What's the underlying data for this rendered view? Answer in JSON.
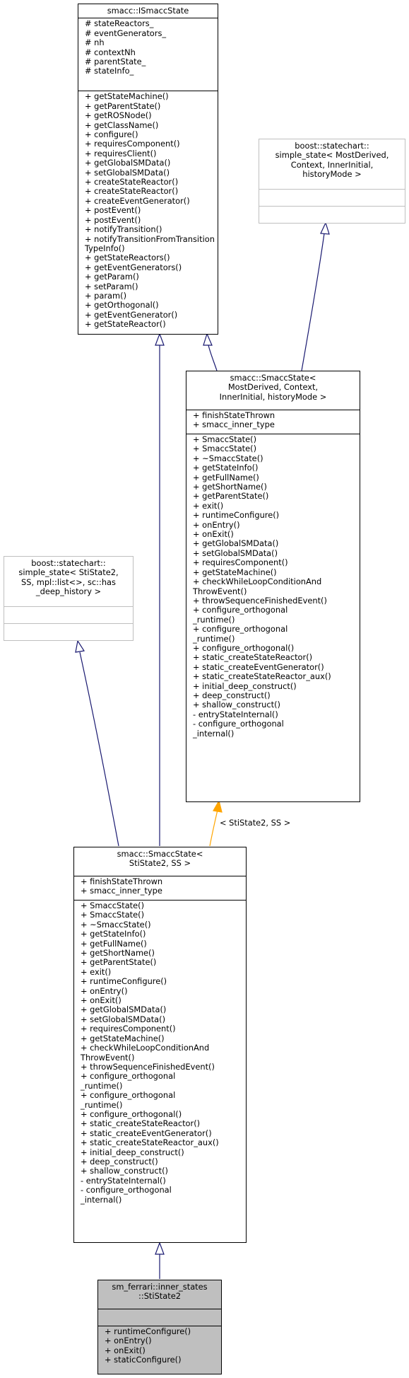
{
  "colors": {
    "inherit_edge": "#191970",
    "template_edge": "#ffa500",
    "external_border": "#bfbfbf",
    "selected_fill": "#bfbfbf"
  },
  "nodes": {
    "ismacc": {
      "title": [
        "smacc::ISmaccState"
      ],
      "attributes": [
        "# stateReactors_",
        "# eventGenerators_",
        "# nh",
        "# contextNh",
        "# parentState_",
        "# stateInfo_"
      ],
      "methods": [
        "+ getStateMachine()",
        "+ getParentState()",
        "+ getROSNode()",
        "+ getClassName()",
        "+ configure()",
        "+ requiresComponent()",
        "+ requiresClient()",
        "+ getGlobalSMData()",
        "+ setGlobalSMData()",
        "+ createStateReactor()",
        "+ createStateReactor()",
        "+ createEventGenerator()",
        "+ postEvent()",
        "+ postEvent()",
        "+ notifyTransition()",
        "+ notifyTransitionFromTransition",
        "TypeInfo()",
        "+ getStateReactors()",
        "+ getEventGenerators()",
        "+ getParam()",
        "+ setParam()",
        "+ param()",
        "+ getOrthogonal()",
        "+ getEventGenerator()",
        "+ getStateReactor()"
      ]
    },
    "boost1": {
      "title": [
        "boost::statechart::",
        "simple_state< MostDerived,",
        "Context, InnerInitial,",
        "historyMode >"
      ]
    },
    "smaccT": {
      "title": [
        "smacc::SmaccState<",
        "MostDerived, Context,",
        "InnerInitial, historyMode >"
      ],
      "attributes": [
        "+ finishStateThrown",
        "+ smacc_inner_type"
      ],
      "methods": [
        "+ SmaccState()",
        "+ SmaccState()",
        "+ ~SmaccState()",
        "+ getStateInfo()",
        "+ getFullName()",
        "+ getShortName()",
        "+ getParentState()",
        "+ exit()",
        "+ runtimeConfigure()",
        "+ onEntry()",
        "+ onExit()",
        "+ getGlobalSMData()",
        "+ setGlobalSMData()",
        "+ requiresComponent()",
        "+ getStateMachine()",
        "+ checkWhileLoopConditionAnd",
        "ThrowEvent()",
        "+ throwSequenceFinishedEvent()",
        "+ configure_orthogonal",
        "_runtime()",
        "+ configure_orthogonal",
        "_runtime()",
        "+ configure_orthogonal()",
        "+ static_createStateReactor()",
        "+ static_createEventGenerator()",
        "+ static_createStateReactor_aux()",
        "+ initial_deep_construct()",
        "+ deep_construct()",
        "+ shallow_construct()",
        "- entryStateInternal()",
        "- configure_orthogonal",
        "_internal()"
      ]
    },
    "boost2": {
      "title": [
        "boost::statechart::",
        "simple_state< StiState2,",
        "SS, mpl::list<>, sc::has",
        "_deep_history >"
      ]
    },
    "smacc2": {
      "title": [
        "smacc::SmaccState<",
        "StiState2, SS >"
      ],
      "attributes": [
        "+ finishStateThrown",
        "+ smacc_inner_type"
      ],
      "methods": [
        "+ SmaccState()",
        "+ SmaccState()",
        "+ ~SmaccState()",
        "+ getStateInfo()",
        "+ getFullName()",
        "+ getShortName()",
        "+ getParentState()",
        "+ exit()",
        "+ runtimeConfigure()",
        "+ onEntry()",
        "+ onExit()",
        "+ getGlobalSMData()",
        "+ setGlobalSMData()",
        "+ requiresComponent()",
        "+ getStateMachine()",
        "+ checkWhileLoopConditionAnd",
        "ThrowEvent()",
        "+ throwSequenceFinishedEvent()",
        "+ configure_orthogonal",
        "_runtime()",
        "+ configure_orthogonal",
        "_runtime()",
        "+ configure_orthogonal()",
        "+ static_createStateReactor()",
        "+ static_createEventGenerator()",
        "+ static_createStateReactor_aux()",
        "+ initial_deep_construct()",
        "+ deep_construct()",
        "+ shallow_construct()",
        "- entryStateInternal()",
        "- configure_orthogonal",
        "_internal()"
      ]
    },
    "sti": {
      "title": [
        "sm_ferrari::inner_states",
        "::StiState2"
      ],
      "methods": [
        "+ runtimeConfigure()",
        "+ onEntry()",
        "+ onExit()",
        "+ staticConfigure()"
      ]
    }
  },
  "edge_labels": {
    "template_args": "< StiState2, SS >"
  }
}
